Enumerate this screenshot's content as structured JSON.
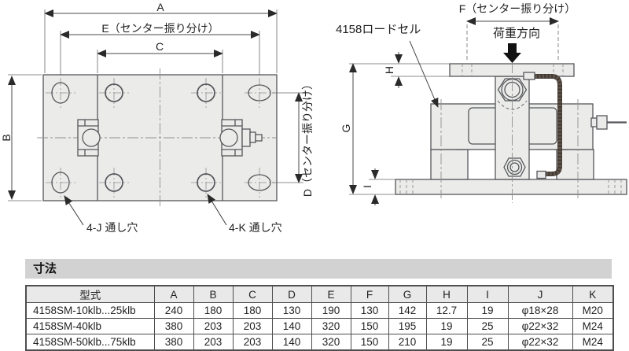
{
  "colors": {
    "panel_fill": "#ebecea",
    "outline": "#55565a",
    "band_bg": "#d2d2d2",
    "table_border": "#4e4e50",
    "cable": "#453c35"
  },
  "top_view": {
    "dim_a": "A",
    "dim_e": "E（センター振り分け）",
    "dim_c": "C",
    "dim_b": "B",
    "dim_d": "D（センター振り分け）",
    "hole_label_j": "4-J 通し穴",
    "hole_label_k": "4-K 通し穴"
  },
  "side_view": {
    "part_label": "4158ロードセル",
    "dim_f": "F（センター振り分け）",
    "load_direction_label": "荷重方向",
    "dim_h": "H",
    "dim_g": "G",
    "dim_i": "I"
  },
  "dimension_table": {
    "title": "寸法",
    "headers": [
      "型式",
      "A",
      "B",
      "C",
      "D",
      "E",
      "F",
      "G",
      "H",
      "I",
      "J",
      "K"
    ],
    "rows": [
      {
        "model": "4158SM-10klb...25klb",
        "values": [
          "240",
          "180",
          "180",
          "130",
          "190",
          "130",
          "142",
          "12.7",
          "19",
          "φ18×28",
          "M20"
        ]
      },
      {
        "model": "4158SM-40klb",
        "values": [
          "380",
          "203",
          "203",
          "140",
          "320",
          "150",
          "195",
          "19",
          "25",
          "φ22×32",
          "M24"
        ]
      },
      {
        "model": "4158SM-50klb...75klb",
        "values": [
          "380",
          "203",
          "203",
          "140",
          "320",
          "150",
          "210",
          "19",
          "25",
          "φ22×32",
          "M24"
        ]
      }
    ]
  }
}
